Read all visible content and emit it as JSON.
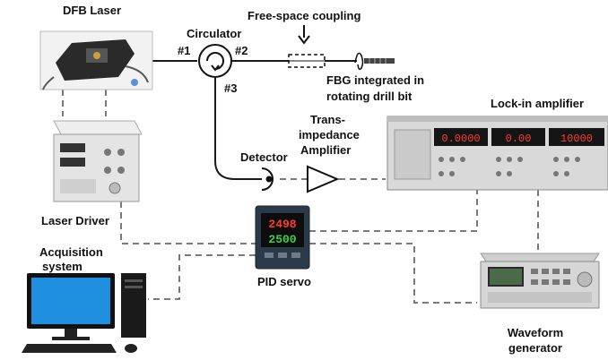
{
  "labels": {
    "dfb_laser": "DFB Laser",
    "circulator": "Circulator",
    "port1": "#1",
    "port2": "#2",
    "port3": "#3",
    "free_space": "Free-space coupling",
    "fbg_line1": "FBG integrated in",
    "fbg_line2": "rotating drill bit",
    "lockin": "Lock-in amplifier",
    "tia_line1": "Trans-",
    "tia_line2": "impedance",
    "tia_line3": "Amplifier",
    "detector": "Detector",
    "laser_driver": "Laser Driver",
    "acq_line1": "Acquisition",
    "acq_line2": "system",
    "pid": "PID servo",
    "wave_line1": "Waveform",
    "wave_line2": "generator"
  },
  "displays": {
    "lockin_1": "0.0000",
    "lockin_2": "0.00",
    "lockin_3": "10000",
    "pid_top": "2498",
    "pid_bottom": "2500"
  },
  "colors": {
    "fiber": "#1a1a1a",
    "dashed": "#7a7a7a",
    "instrument_gray": "#d9d9d9",
    "lcd_red": "#ff3b2f",
    "monitor_blue": "#1f8fe0"
  }
}
